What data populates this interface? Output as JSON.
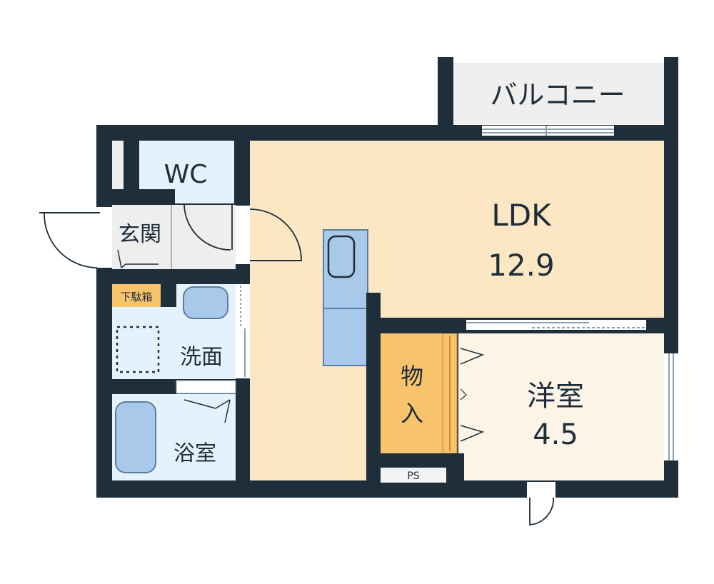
{
  "rooms": {
    "balcony": {
      "label": "バルコニー"
    },
    "wc": {
      "label": "WC"
    },
    "entrance": {
      "label": "玄関"
    },
    "shoe_cabinet": {
      "label": "下駄箱"
    },
    "washroom": {
      "label": "洗面"
    },
    "bathroom": {
      "label": "浴室"
    },
    "ldk": {
      "label": "LDK",
      "size": "12.9"
    },
    "storage": {
      "label_line1": "物",
      "label_line2": "入"
    },
    "western_room": {
      "label": "洋室",
      "size": "4.5"
    },
    "ps": {
      "label": "PS"
    }
  },
  "colors": {
    "wall": "#1e2e3a",
    "ldk_floor": "#fbe7c4",
    "western_floor": "#fdf4e8",
    "storage_floor": "#f8c46b",
    "wet_floor": "#e6f2fb",
    "entrance_floor": "#eeeeee",
    "balcony_floor": "#efefef",
    "fixture": "#a9c9ea"
  }
}
